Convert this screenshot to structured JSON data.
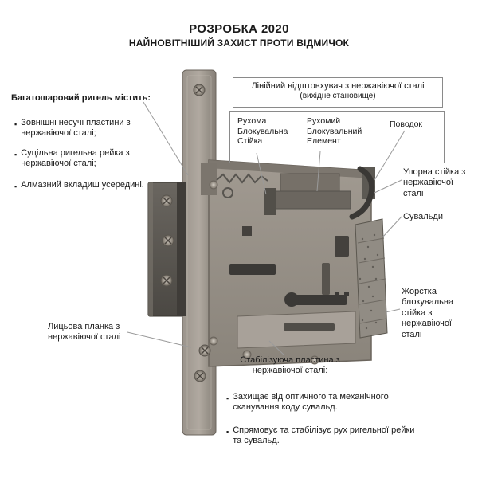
{
  "header": {
    "title": "РОЗРОБКА 2020",
    "subtitle": "НАЙНОВІТНІШИЙ ЗАХИСТ ПРОТИ ВІДМИЧОК"
  },
  "left_panel": {
    "heading": "Багатошаровий ригель містить:",
    "items": [
      "Зовнішні несучі пластини з нержавіючої сталі;",
      "Суцільна ригельна рейка з нержавіючої сталі;",
      "Алмазний вкладиш усередині."
    ],
    "faceplate_label": "Лицьова планка з нержавіючої сталі"
  },
  "top_callouts": {
    "pusher_line1": "Лінійний відштовхувач з нержавіючої сталі",
    "pusher_line2": "(вихідне становище)",
    "moving_post": "Рухома Блокувальна Стійка",
    "moving_element": "Рухомий Блокувальний Елемент",
    "driver": "Поводок"
  },
  "right_callouts": {
    "support_post": "Упорна стійка з нержавіючої сталі",
    "levers": "Сувальди",
    "rigid_post": "Жорстка блокувальна стійка з нержавіючої сталі"
  },
  "bottom_panel": {
    "heading": "Стабілізуюча пластина з нержавіючої сталі:",
    "items": [
      "Захищає від оптичного та механічного сканування коду сувальд.",
      "Спрямовує та стабілізує рух ригельної рейки та сувальд."
    ]
  },
  "colors": {
    "text": "#1a1a1a",
    "callout_line": "#9a9a9a",
    "metal_light": "#b0a9a0",
    "metal_dark": "#4b4843"
  }
}
